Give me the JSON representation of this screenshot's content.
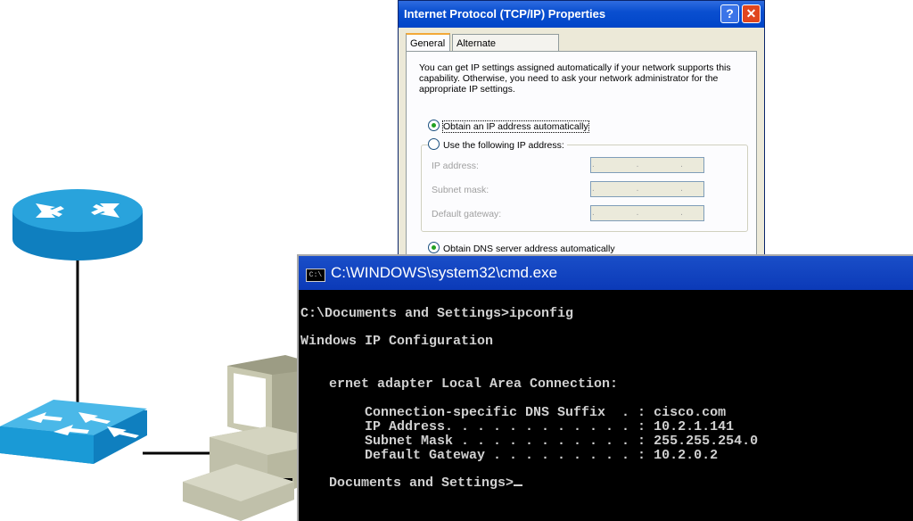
{
  "dialog": {
    "title": "Internet Protocol (TCP/IP) Properties",
    "help_label": "?",
    "close_label": "✕",
    "tabs": [
      {
        "label": "General",
        "active": true
      },
      {
        "label": "Alternate Configuration",
        "active": false
      }
    ],
    "intro": "You can get IP settings assigned automatically if your network supports this capability. Otherwise, you need to ask your network administrator for the appropriate IP settings.",
    "ip_options": [
      {
        "label": "Obtain an IP address automatically",
        "selected": true
      },
      {
        "label": "Use the following IP address:",
        "selected": false
      }
    ],
    "fields": [
      {
        "label": "IP address:",
        "value": ". . ."
      },
      {
        "label": "Subnet mask:",
        "value": ". . ."
      },
      {
        "label": "Default gateway:",
        "value": ". . ."
      }
    ],
    "dns_option": {
      "label": "Obtain DNS server address automatically",
      "selected": true
    }
  },
  "cmd": {
    "title": "C:\\WINDOWS\\system32\\cmd.exe",
    "icon": "cmd-window-icon",
    "lines": [
      "C:\\Documents and Settings>ipconfig",
      "Windows IP Configuration",
      "ernet adapter Local Area Connection:",
      "        Connection-specific DNS Suffix  . : cisco.com",
      "        IP Address. . . . . . . . . . . . : 10.2.1.141",
      "        Subnet Mask . . . . . . . . . . . : 255.255.254.0",
      "        Default Gateway . . . . . . . . . : 10.2.0.2",
      "Documents and Settings>"
    ]
  },
  "diagram": {
    "devices": [
      "router-icon",
      "switch-icon",
      "computer-icon"
    ],
    "colors": {
      "device_blue": "#1a9ad6",
      "device_top": "#4ab8e8",
      "link": "#000000",
      "pc_body": "#b8b8a0"
    }
  },
  "figure_id": "301P_500"
}
